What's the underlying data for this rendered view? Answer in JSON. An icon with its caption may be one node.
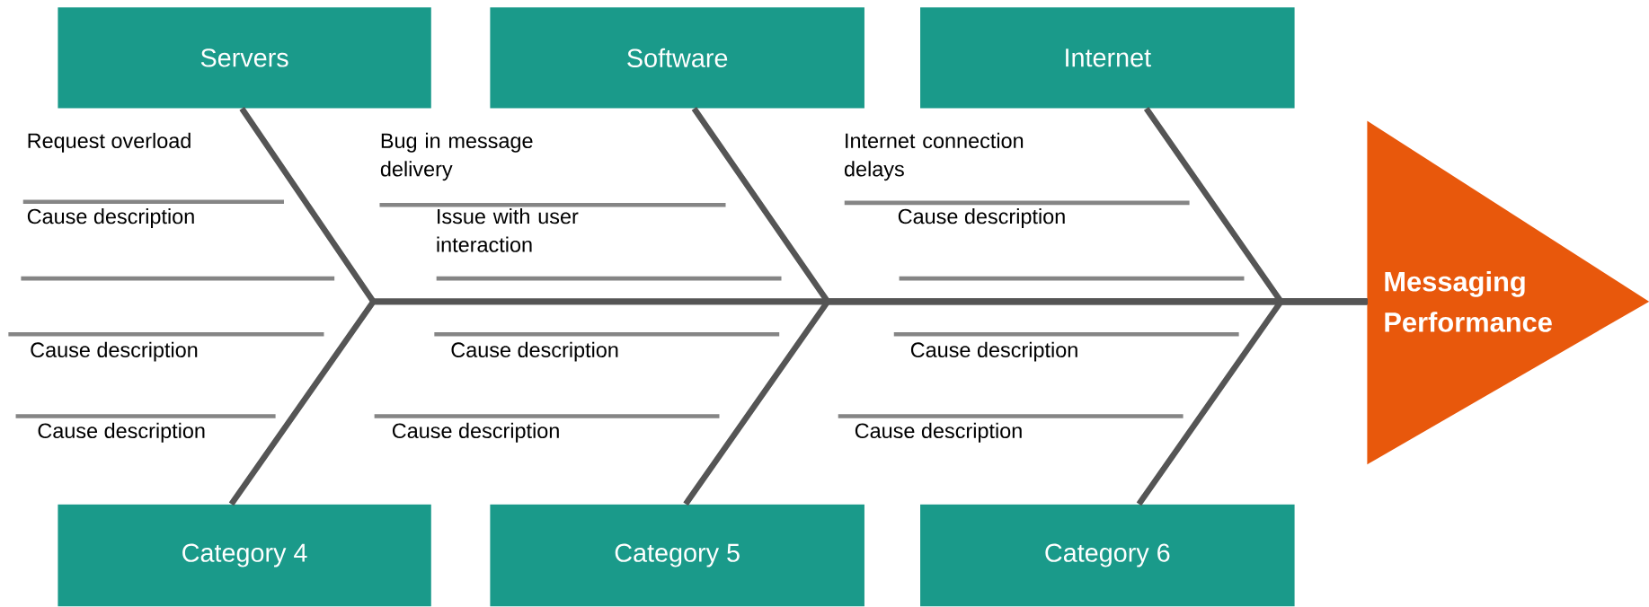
{
  "diagram": {
    "nodes": [
      {
        "text": [
          "Servers"
        ]
      },
      {
        "text": [
          "Software"
        ]
      },
      {
        "text": [
          "Internet"
        ]
      },
      {
        "text": [
          "Category 4"
        ]
      },
      {
        "text": [
          "Category 5"
        ]
      },
      {
        "text": [
          "Category 6"
        ]
      },
      {
        "text": [
          "Messaging Performance"
        ]
      }
    ],
    "edges": [
      {
        "from": 0,
        "to": 6,
        "arrow": "none"
      },
      {
        "from": 1,
        "to": 6,
        "arrow": "none"
      },
      {
        "from": 2,
        "to": 6,
        "arrow": "none"
      },
      {
        "from": 3,
        "to": 6,
        "arrow": "none"
      },
      {
        "from": 4,
        "to": 6,
        "arrow": "none"
      },
      {
        "from": 5,
        "to": 6,
        "arrow": "none"
      }
    ],
    "labels": [
      "Request overload",
      "Bug in message delivery",
      "Internet connection delays",
      "Cause description",
      "Issue with user interaction",
      "Cause description",
      "Cause description",
      "Cause description",
      "Cause description",
      "Cause description",
      "Cause description",
      "Cause description"
    ]
  }
}
